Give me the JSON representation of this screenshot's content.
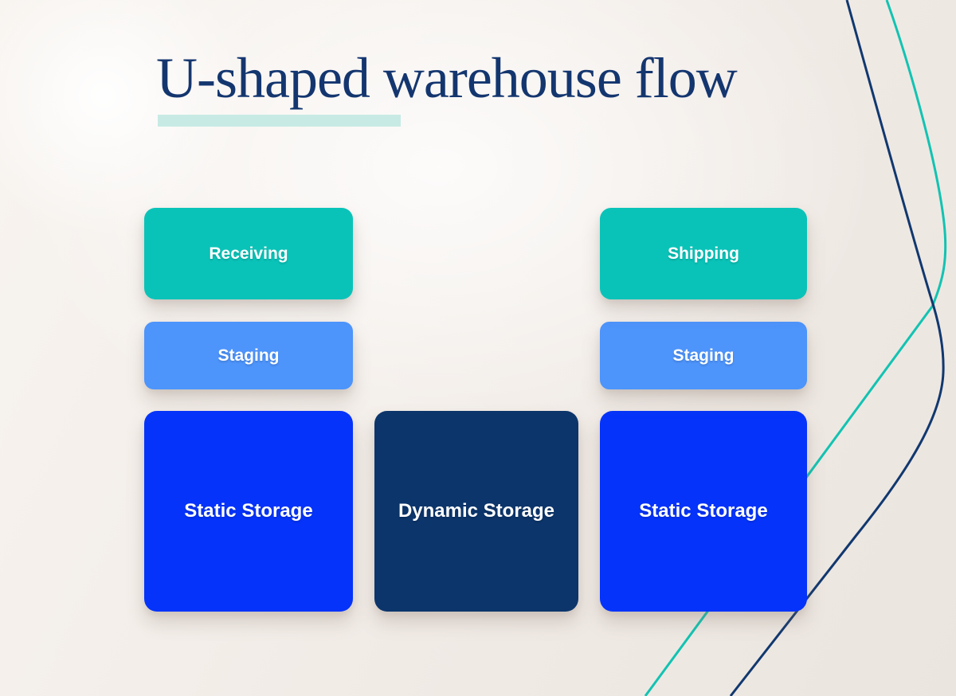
{
  "title": "U-shaped warehouse flow",
  "diagram": {
    "type": "warehouse-flow-layout",
    "shape": "U-shaped",
    "nodes": {
      "receiving": {
        "label": "Receiving",
        "color": "#0ac3b8",
        "column": "left",
        "row": "top"
      },
      "staging_left": {
        "label": "Staging",
        "color": "#4d94fb",
        "column": "left",
        "row": "middle"
      },
      "static_left": {
        "label": "Static Storage",
        "color": "#0533fa",
        "column": "left",
        "row": "bottom"
      },
      "dynamic": {
        "label": "Dynamic Storage",
        "color": "#0c356b",
        "column": "center",
        "row": "bottom"
      },
      "static_right": {
        "label": "Static Storage",
        "color": "#0533fa",
        "column": "right",
        "row": "bottom"
      },
      "staging_right": {
        "label": "Staging",
        "color": "#4d94fb",
        "column": "right",
        "row": "middle"
      },
      "shipping": {
        "label": "Shipping",
        "color": "#0ac3b8",
        "column": "right",
        "row": "top"
      }
    }
  },
  "colors": {
    "background_base": "#f1ebe6",
    "title_text": "#14366f",
    "title_highlight": "#c7ebe4",
    "line_navy": "#11386f",
    "line_teal": "#12c3b2",
    "box_label_text": "#ffffff"
  }
}
